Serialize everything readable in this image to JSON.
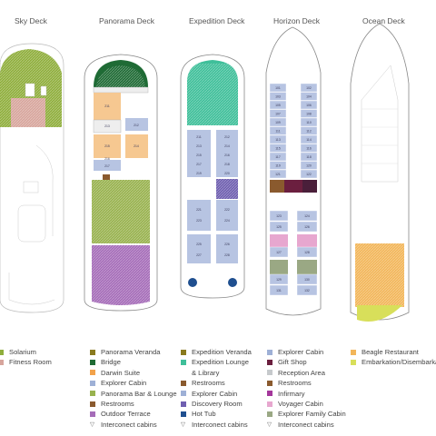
{
  "decks": [
    {
      "key": "sky",
      "title": "Sky Deck",
      "legend": [
        {
          "label": "Solarium",
          "color": "#8fae3c"
        },
        {
          "label": "Fitness Room",
          "color": "#d7a59c"
        }
      ]
    },
    {
      "key": "panorama",
      "title": "Panorama Deck",
      "legend": [
        {
          "label": "Panorama Veranda",
          "color": "#8a7a1e"
        },
        {
          "label": "Bridge",
          "color": "#1f6b35"
        },
        {
          "label": "Darwin Suite",
          "color": "#f2a24a"
        },
        {
          "label": "Explorer Cabin",
          "color": "#9eb0d6"
        },
        {
          "label": "Panorama Bar & Lounge",
          "color": "#98b24e"
        },
        {
          "label": "Restrooms",
          "color": "#8a5a2e"
        },
        {
          "label": "Outdoor Terrace",
          "color": "#a56cb8"
        },
        {
          "label": "Interconect cabins",
          "icon": "triangle-icon"
        }
      ]
    },
    {
      "key": "expedition",
      "title": "Expedition Deck",
      "legend": [
        {
          "label": "Expedition Veranda",
          "color": "#8a7a1e"
        },
        {
          "label": "Expedition Lounge",
          "cont": "& Library",
          "color": "#3fbf9a"
        },
        {
          "label": "Restrooms",
          "color": "#8a5a2e"
        },
        {
          "label": "Explorer Cabin",
          "color": "#9eb0d6"
        },
        {
          "label": "Discovery Room",
          "color": "#6f5fb0"
        },
        {
          "label": "Hot Tub",
          "color": "#1f4f8f"
        },
        {
          "label": "Interconect cabins",
          "icon": "triangle-icon"
        }
      ]
    },
    {
      "key": "horizon",
      "title": "Horizon Deck",
      "legend": [
        {
          "label": "Explorer  Cabin",
          "color": "#9eb0d6"
        },
        {
          "label": "Gift Shop",
          "color": "#6b1f3f"
        },
        {
          "label": "Reception Area",
          "color": "#c6c9cc"
        },
        {
          "label": "Restrooms",
          "color": "#8a5a2e"
        },
        {
          "label": "Infirmary",
          "color": "#a4379b"
        },
        {
          "label": "Voyager  Cabin",
          "color": "#e7a7cf"
        },
        {
          "label": "Explorer Family Cabin",
          "color": "#9aa884"
        },
        {
          "label": "Interconect cabins",
          "icon": "triangle-icon"
        }
      ]
    },
    {
      "key": "ocean",
      "title": "Ocean Deck",
      "legend": [
        {
          "label": "Beagle Restaurant",
          "color": "#f2b65a"
        },
        {
          "label": "Embarkation/Disembarkation",
          "color": "#d8df5a"
        }
      ]
    }
  ],
  "cabins": {
    "panorama": [
      "211",
      "212",
      "213",
      "214",
      "215",
      "216",
      "217"
    ],
    "expedition": [
      "211",
      "212",
      "213",
      "214",
      "215",
      "216",
      "217",
      "218",
      "219",
      "220",
      "221",
      "222",
      "223",
      "224",
      "225",
      "226",
      "227",
      "228"
    ],
    "horizon": [
      "101",
      "102",
      "103",
      "104",
      "105",
      "106",
      "107",
      "108",
      "109",
      "110",
      "111",
      "112",
      "113",
      "114",
      "115",
      "116",
      "117",
      "118",
      "119",
      "120",
      "121",
      "122",
      "123",
      "124",
      "125",
      "126",
      "127",
      "128",
      "129",
      "130",
      "131",
      "132"
    ]
  },
  "icons": {
    "interconnect": "▽"
  }
}
